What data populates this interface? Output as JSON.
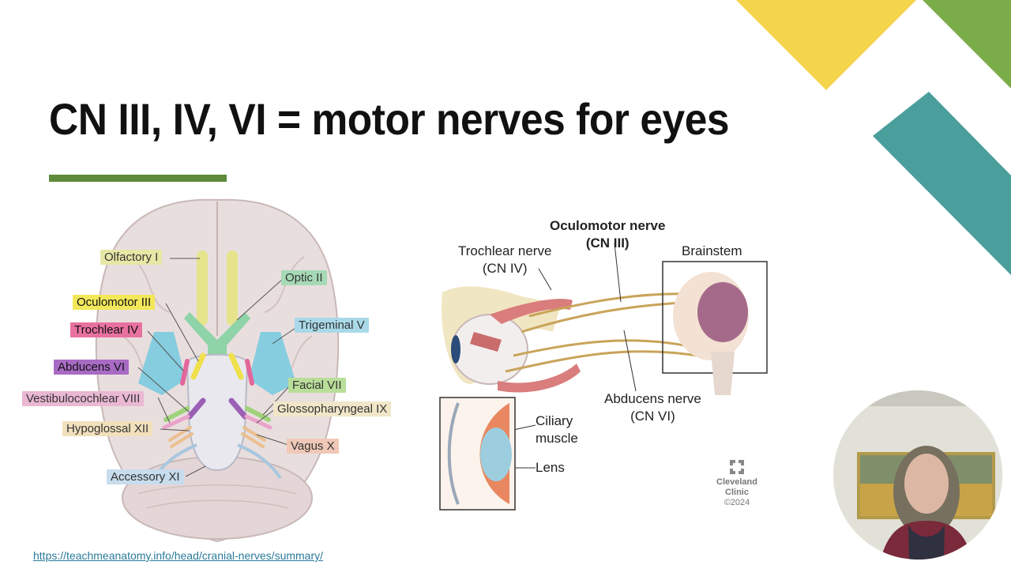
{
  "slide": {
    "title": "CN III, IV, VI = motor nerves for eyes",
    "source_link": "https://teachmeanatomy.info/head/cranial-nerves/summary/"
  },
  "colors": {
    "accent_green": "#5e8a3a",
    "deco_yellow": "#f4d54b",
    "deco_green": "#7aac4a",
    "deco_teal": "#4a9e9c"
  },
  "brain_diagram": {
    "labels": {
      "olfactory": "Olfactory I",
      "optic": "Optic II",
      "oculomotor": "Oculomotor III",
      "trochlear": "Trochlear IV",
      "trigeminal": "Trigeminal V",
      "abducens": "Abducens VI",
      "facial": "Facial VII",
      "vestibulocochlear": "Vestibulocochlear VIII",
      "glossopharyngeal": "Glossopharyngeal IX",
      "hypoglossal": "Hypoglossal XII",
      "vagus": "Vagus X",
      "accessory": "Accessory XI"
    }
  },
  "eye_diagram": {
    "oculomotor_name": "Oculomotor nerve",
    "oculomotor_cn": "(CN III)",
    "trochlear_name": "Trochlear nerve",
    "trochlear_cn": "(CN IV)",
    "brainstem": "Brainstem",
    "abducens_name": "Abducens nerve",
    "abducens_cn": "(CN VI)",
    "ciliary_line1": "Ciliary",
    "ciliary_line2": "muscle",
    "lens": "Lens",
    "logo_line1": "Cleveland",
    "logo_line2": "Clinic",
    "copyright": "©2024"
  },
  "webcam": {
    "icon": "presenter-video-icon"
  }
}
